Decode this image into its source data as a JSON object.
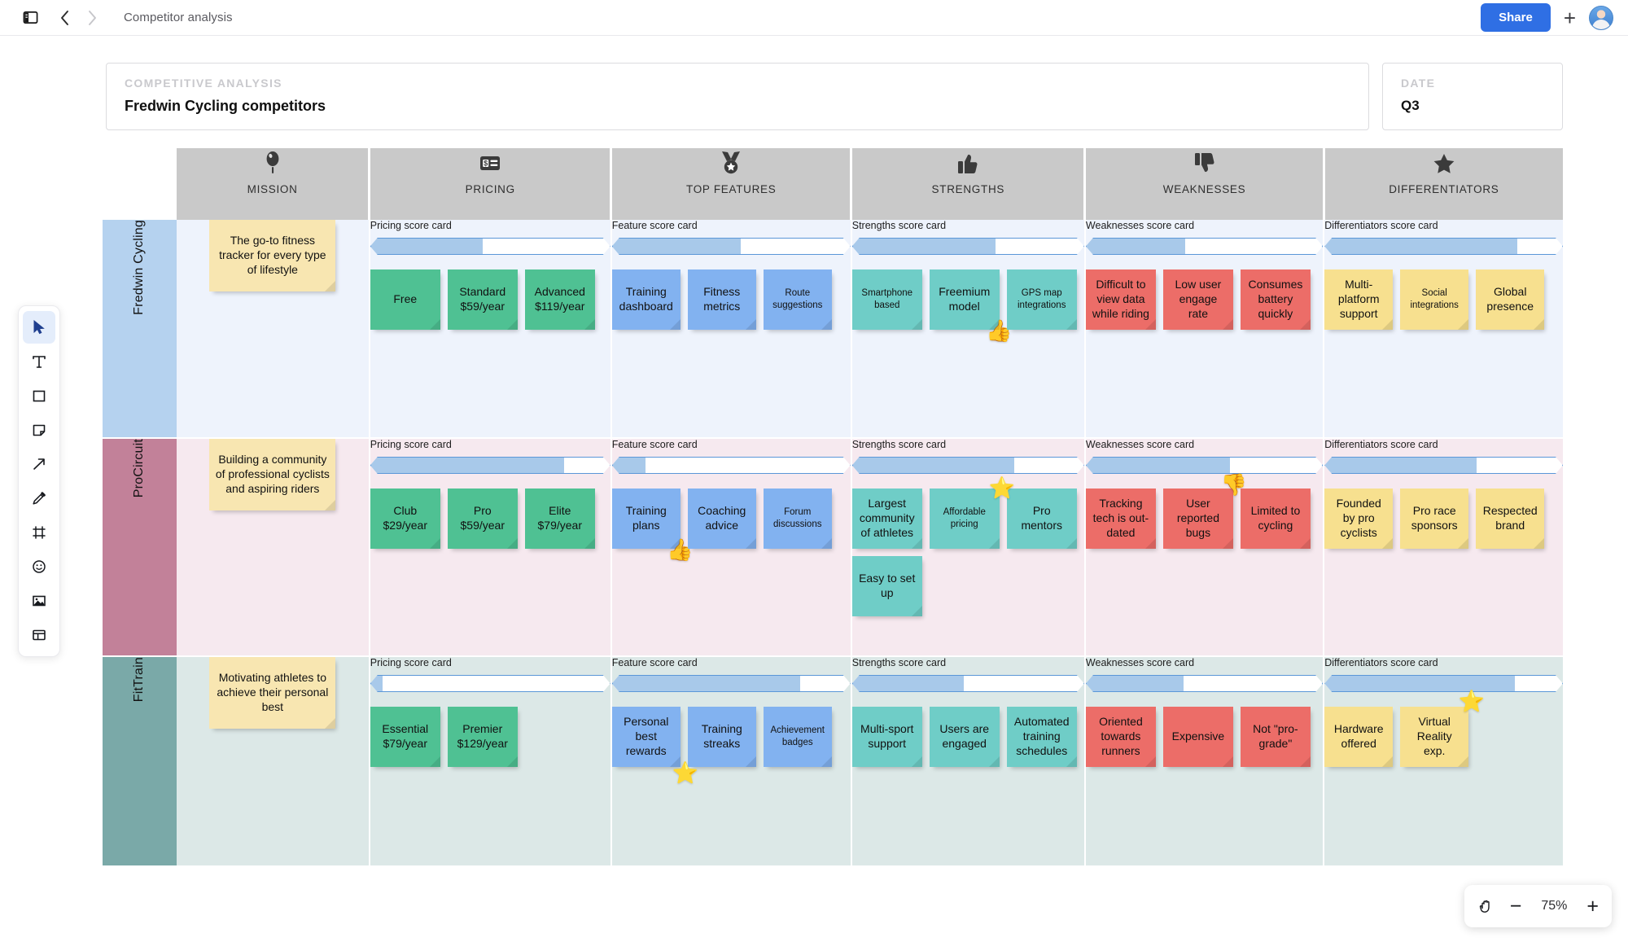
{
  "topbar": {
    "panel_toggle_icon": "sidebar-panel-icon",
    "back_icon": "chevron-left-icon",
    "forward_icon": "chevron-right-icon",
    "board_title": "Competitor analysis",
    "share_label": "Share",
    "plus_label": "+",
    "avatar_icon": "user-avatar"
  },
  "toolbar": {
    "tools": [
      {
        "name": "select-tool",
        "icon": "cursor-arrow-icon",
        "active": true
      },
      {
        "name": "text-tool",
        "icon": "text-t-icon",
        "active": false
      },
      {
        "name": "shape-tool",
        "icon": "square-icon",
        "active": false
      },
      {
        "name": "sticky-tool",
        "icon": "sticky-note-icon",
        "active": false
      },
      {
        "name": "connector-tool",
        "icon": "arrow-diagonal-icon",
        "active": false
      },
      {
        "name": "pen-tool",
        "icon": "pencil-icon",
        "active": false
      },
      {
        "name": "frame-tool",
        "icon": "frame-icon",
        "active": false
      },
      {
        "name": "emoji-tool",
        "icon": "smiley-icon",
        "active": false
      },
      {
        "name": "image-tool",
        "icon": "image-icon",
        "active": false
      },
      {
        "name": "template-tool",
        "icon": "layout-template-icon",
        "active": false
      }
    ]
  },
  "zoom_control": {
    "hand_icon": "hand-icon",
    "minus_label": "−",
    "value": "75%",
    "plus_label": "+"
  },
  "header": {
    "analysis_label": "COMPETITIVE ANALYSIS",
    "analysis_value": "Fredwin Cycling competitors",
    "date_label": "DATE",
    "date_value": "Q3"
  },
  "columns": [
    {
      "label": "MISSION",
      "icon": "balloon-icon"
    },
    {
      "label": "PRICING",
      "icon": "price-tag-icon"
    },
    {
      "label": "TOP FEATURES",
      "icon": "medal-icon"
    },
    {
      "label": "STRENGTHS",
      "icon": "thumbs-up-icon"
    },
    {
      "label": "WEAKNESSES",
      "icon": "thumbs-down-icon"
    },
    {
      "label": "DIFFERENTIATORS",
      "icon": "star-icon"
    }
  ],
  "score_labels": {
    "pricing": "Pricing score card",
    "features": "Feature score card",
    "strengths": "Strengths score card",
    "weaknesses": "Weaknesses score card",
    "differentiators": "Differentiators score card"
  },
  "colors": {
    "accent_blue": "#2f6fe4",
    "bar_stroke": "#5b97d8",
    "bar_fill": "#a8c9ea",
    "header_grey": "#c9c9c9",
    "row1_label": "#b5d2ef",
    "row2_label": "#c28199",
    "row3_label": "#7aa9a8",
    "note_green": "#4fc193",
    "note_blue": "#82b2f0",
    "note_teal": "#6fcdc7",
    "note_red": "#ec6d68",
    "note_yellow": "#f7e08f",
    "note_cream": "#f8e6b1"
  },
  "rows": [
    {
      "name": "Fredwin Cycling",
      "mission": "The go-to fitness tracker for every type of lifestyle",
      "pricing": {
        "score": 47,
        "notes": [
          {
            "text": "Free"
          },
          {
            "text": "Standard $59/year"
          },
          {
            "text": "Advanced $119/year"
          }
        ]
      },
      "features": {
        "score": 54,
        "notes": [
          {
            "text": "Training dashboard"
          },
          {
            "text": "Fitness metrics"
          },
          {
            "text": "Route suggestions",
            "small": true
          }
        ]
      },
      "strengths": {
        "score": 62,
        "notes": [
          {
            "text": "Smartphone based",
            "small": true
          },
          {
            "text": "Freemium model",
            "emoji": "👍",
            "emoji_pos": "br"
          },
          {
            "text": "GPS map integrations",
            "small": true
          }
        ]
      },
      "weaknesses": {
        "score": 42,
        "notes": [
          {
            "text": "Difficult to view data while riding"
          },
          {
            "text": "Low user engage rate"
          },
          {
            "text": "Consumes battery quickly"
          }
        ]
      },
      "differentiators": {
        "score": 81,
        "notes": [
          {
            "text": "Multi-platform support"
          },
          {
            "text": "Social integrations",
            "small": true
          },
          {
            "text": "Global presence"
          }
        ]
      }
    },
    {
      "name": "ProCircuit",
      "mission": "Building a community of professional cyclists and aspiring riders",
      "pricing": {
        "score": 81,
        "notes": [
          {
            "text": "Club $29/year"
          },
          {
            "text": "Pro $59/year"
          },
          {
            "text": "Elite $79/year"
          }
        ]
      },
      "features": {
        "score": 14,
        "notes": [
          {
            "text": "Training plans",
            "emoji": "👍",
            "emoji_pos": "br"
          },
          {
            "text": "Coaching advice"
          },
          {
            "text": "Forum discussions",
            "small": true
          }
        ]
      },
      "strengths": {
        "score": 70,
        "notes": [
          {
            "text": "Largest community of athletes"
          },
          {
            "text": "Affordable pricing",
            "small": true
          },
          {
            "text": "Pro mentors",
            "emoji": "⭐",
            "emoji_pos": "tl"
          },
          {
            "text": "Easy to set up"
          }
        ]
      },
      "weaknesses": {
        "score": 61,
        "notes": [
          {
            "text": "Tracking tech is out-dated"
          },
          {
            "text": "User reported bugs",
            "emoji": "👎",
            "emoji_pos": "tr"
          },
          {
            "text": "Limited to cycling"
          }
        ]
      },
      "differentiators": {
        "score": 64,
        "notes": [
          {
            "text": "Founded by pro cyclists"
          },
          {
            "text": "Pro race sponsors"
          },
          {
            "text": "Respected brand"
          }
        ]
      }
    },
    {
      "name": "FitTrain",
      "mission": "Motivating athletes to achieve their personal best",
      "pricing": {
        "score": 5,
        "notes": [
          {
            "text": "Essential $79/year"
          },
          {
            "text": "Premier $129/year"
          }
        ]
      },
      "features": {
        "score": 79,
        "notes": [
          {
            "text": "Personal best rewards"
          },
          {
            "text": "Training streaks",
            "emoji": "⭐",
            "emoji_pos": "bl"
          },
          {
            "text": "Achievement badges",
            "small": true
          }
        ]
      },
      "strengths": {
        "score": 48,
        "notes": [
          {
            "text": "Multi-sport support"
          },
          {
            "text": "Users are engaged"
          },
          {
            "text": "Automated training schedules"
          }
        ]
      },
      "weaknesses": {
        "score": 41,
        "notes": [
          {
            "text": "Oriented towards runners"
          },
          {
            "text": "Expensive"
          },
          {
            "text": "Not \"pro-grade\""
          }
        ]
      },
      "differentiators": {
        "score": 80,
        "notes": [
          {
            "text": "Hardware offered"
          },
          {
            "text": "Virtual Reality exp.",
            "emoji": "⭐",
            "emoji_pos": "mr"
          }
        ]
      }
    }
  ]
}
